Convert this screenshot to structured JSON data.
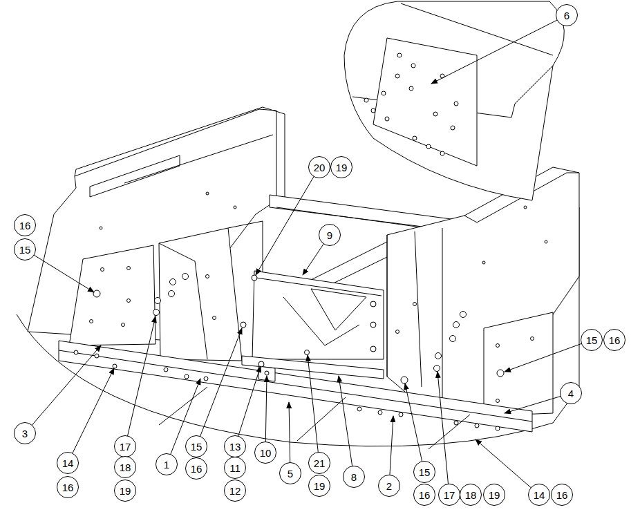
{
  "diagram": {
    "nodes": [
      {
        "text": [
          "6"
        ]
      },
      {
        "text": [
          "20"
        ]
      },
      {
        "text": [
          "19"
        ]
      },
      {
        "text": [
          "16"
        ]
      },
      {
        "text": [
          "15"
        ]
      },
      {
        "text": [
          "9"
        ]
      },
      {
        "text": [
          "15"
        ]
      },
      {
        "text": [
          "16"
        ]
      },
      {
        "text": [
          "4"
        ]
      },
      {
        "text": [
          "3"
        ]
      },
      {
        "text": [
          "17"
        ]
      },
      {
        "text": [
          "15"
        ]
      },
      {
        "text": [
          "13"
        ]
      },
      {
        "text": [
          "10"
        ]
      },
      {
        "text": [
          "14"
        ]
      },
      {
        "text": [
          "21"
        ]
      },
      {
        "text": [
          "1"
        ]
      },
      {
        "text": [
          "18"
        ]
      },
      {
        "text": [
          "11"
        ]
      },
      {
        "text": [
          "16"
        ]
      },
      {
        "text": [
          "15"
        ]
      },
      {
        "text": [
          "5"
        ]
      },
      {
        "text": [
          "8"
        ]
      },
      {
        "text": [
          "2"
        ]
      },
      {
        "text": [
          "16"
        ]
      },
      {
        "text": [
          "19"
        ]
      },
      {
        "text": [
          "12"
        ]
      },
      {
        "text": [
          "19"
        ]
      },
      {
        "text": [
          "16"
        ]
      },
      {
        "text": [
          "17"
        ]
      },
      {
        "text": [
          "18"
        ]
      },
      {
        "text": [
          "19"
        ]
      },
      {
        "text": [
          "14"
        ]
      },
      {
        "text": [
          "16"
        ]
      }
    ]
  }
}
